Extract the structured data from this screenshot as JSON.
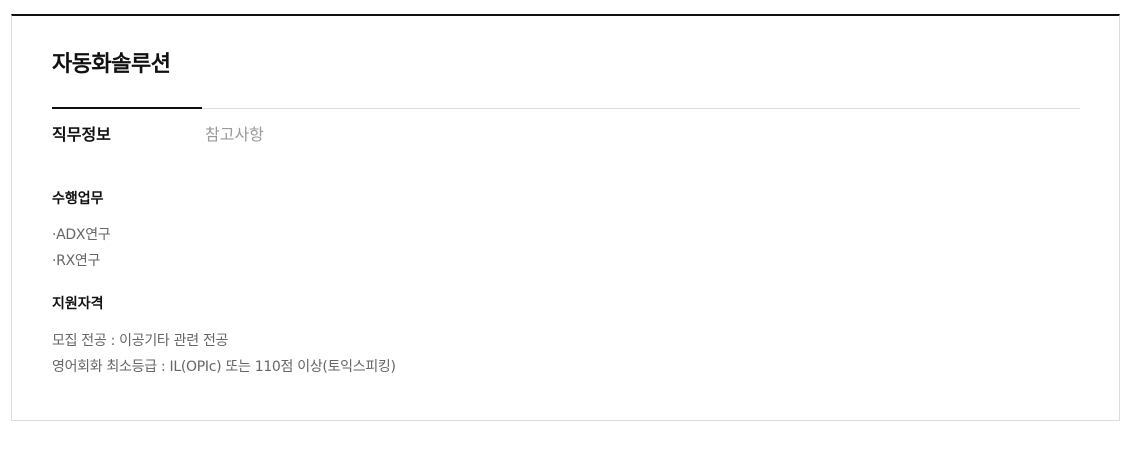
{
  "job": {
    "title": "자동화솔루션"
  },
  "tabs": [
    {
      "label": "직무정보",
      "active": true
    },
    {
      "label": "참고사항",
      "active": false
    }
  ],
  "sections": [
    {
      "heading": "수행업무",
      "lines": [
        "·ADX연구",
        "·RX연구"
      ]
    },
    {
      "heading": "지원자격",
      "lines": [
        "모집 전공 :  이공기타 관련 전공",
        "영어회화 최소등급 : IL(OPIc) 또는 110점 이상(토익스피킹)"
      ]
    }
  ],
  "colors": {
    "text_primary": "#111111",
    "text_secondary": "#666666",
    "tab_inactive": "#999999",
    "border": "#dcdcdc"
  }
}
